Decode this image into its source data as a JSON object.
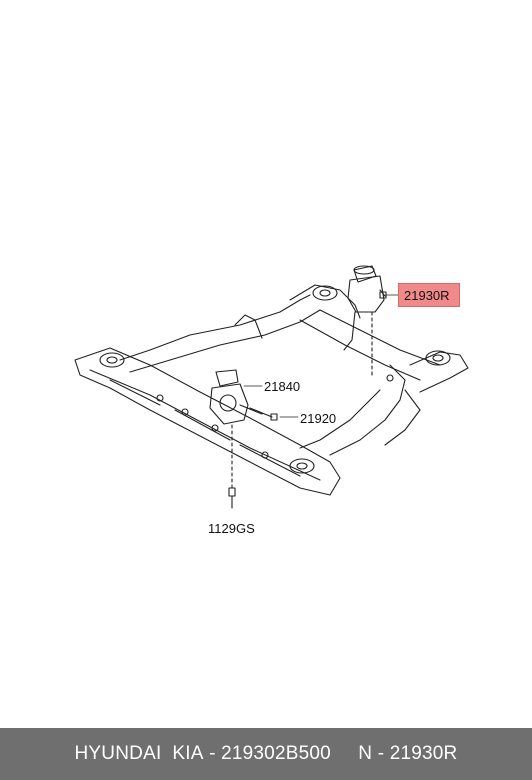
{
  "diagram": {
    "callouts": {
      "mount_right": "21930R",
      "mount_front": "21840",
      "bolt": "21920",
      "fastener": "1129GS"
    },
    "highlight_color": "#f08a8a"
  },
  "footer": {
    "brand": "HYUNDAI  KIA",
    "separator_1": " - ",
    "part_number": "219302B500",
    "gap": "     ",
    "prefix": "N - ",
    "ref_code": "21930R"
  }
}
